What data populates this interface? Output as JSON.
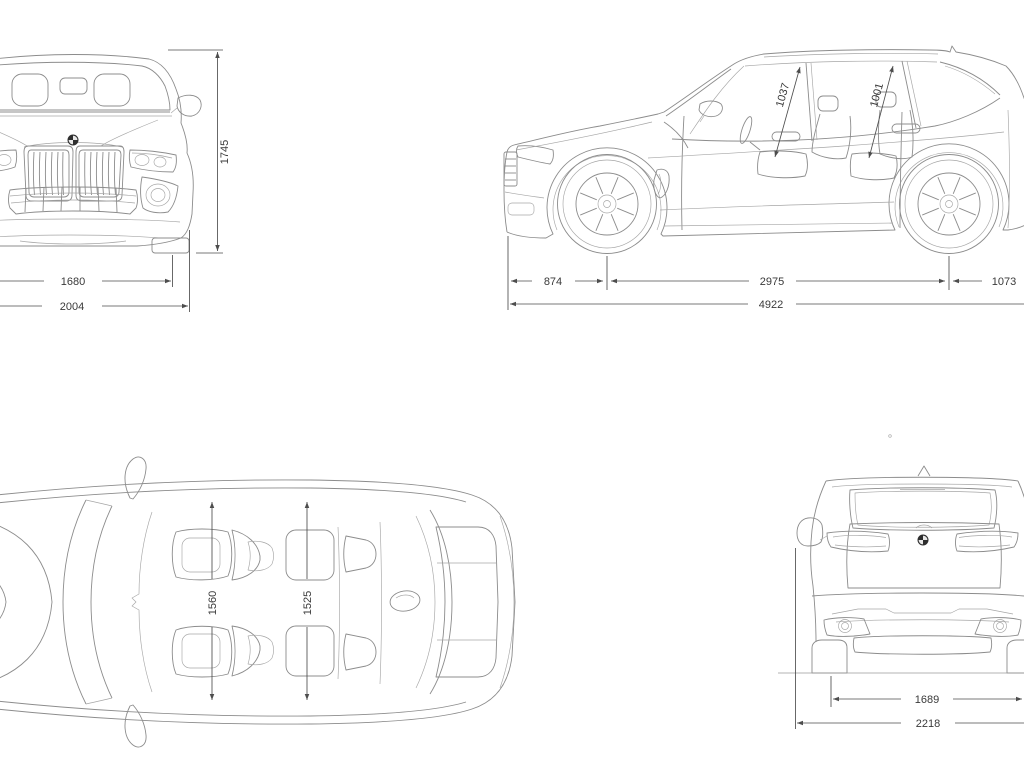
{
  "views": {
    "front": {
      "height_mm": "1745",
      "width_body_mm": "1680",
      "width_overall_mm": "2004"
    },
    "side": {
      "headroom_front_mm": "1037",
      "headroom_rear_mm": "1001",
      "front_overhang_mm": "874",
      "wheelbase_mm": "2975",
      "rear_overhang_mm": "1073",
      "length_mm": "4922"
    },
    "top": {
      "cabin_width_front_mm": "1560",
      "cabin_width_rear_mm": "1525"
    },
    "rear": {
      "track_mm": "1689",
      "width_incl_mirrors_mm": "2218"
    }
  },
  "colors": {
    "background": "#ffffff",
    "car_line": "#8c8c8c",
    "car_line_light": "#a6a6a6",
    "dimension_line": "#4d4d4d",
    "dimension_text": "#3a3a3a",
    "badge": "#2e2e2e"
  }
}
